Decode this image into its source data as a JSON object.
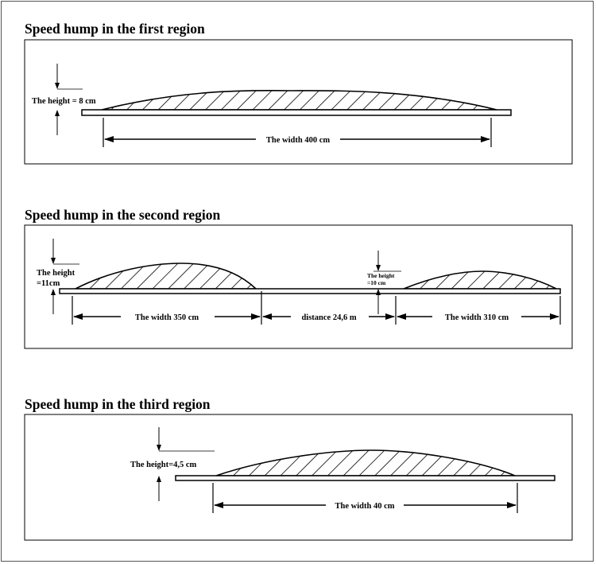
{
  "regions": [
    {
      "title": "Speed hump in the first region",
      "height_label": "The height = 8 cm",
      "width_label": "The width 400 cm"
    },
    {
      "title": "Speed hump in the second region",
      "height_label_1_line1": "The height",
      "height_label_1_line2": "=11cm",
      "height_label_2_line1": "The height",
      "height_label_2_line2": "=10 cm",
      "width_label_1": "The width 350 cm",
      "distance_label": "distance 24,6 m",
      "width_label_2": "The width 310 cm"
    },
    {
      "title": "Speed hump in the third region",
      "height_label": "The height=4,5 cm",
      "width_label": "The width 40 cm"
    }
  ]
}
